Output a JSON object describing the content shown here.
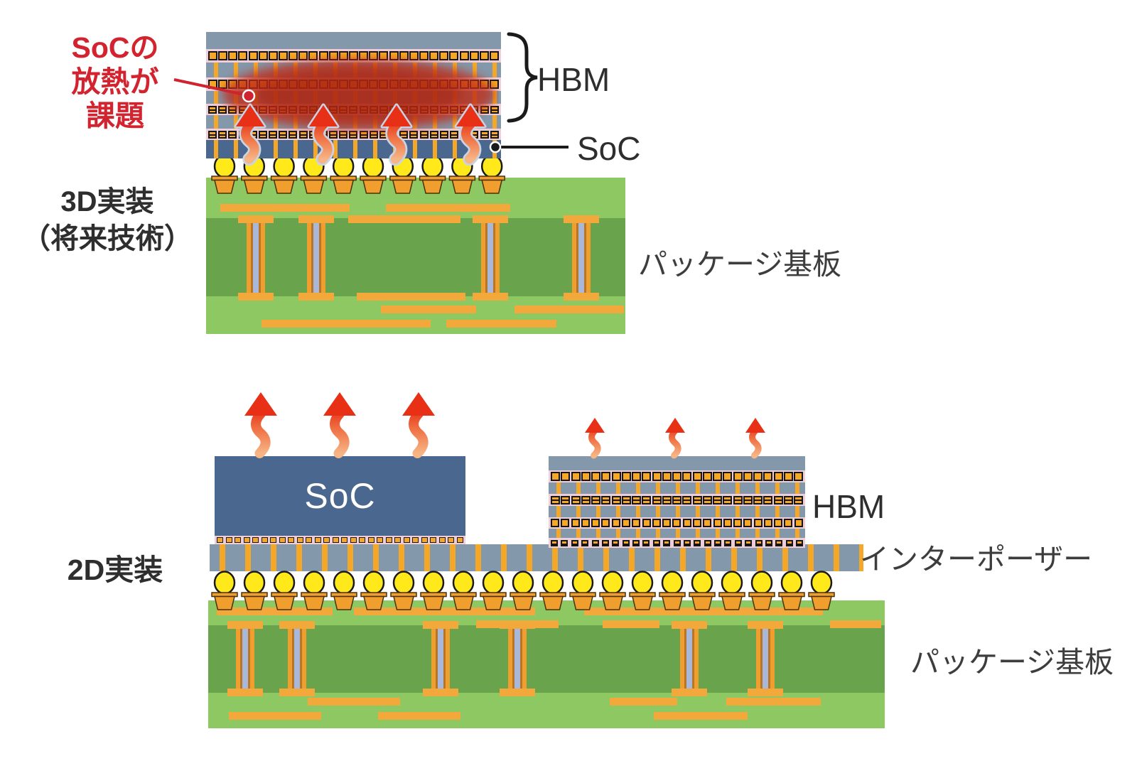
{
  "diagram_top": {
    "label": "3D実装\n（将来技術）",
    "heat_note": "SoCの\n放熱が\n課題",
    "hbm_label": "HBM",
    "soc_label": "SoC",
    "substrate_label": "パッケージ基板"
  },
  "diagram_bottom": {
    "label": "2D実装",
    "soc_label": "SoC",
    "hbm_label": "HBM",
    "interposer_label": "インターポーザー",
    "substrate_label": "パッケージ基板"
  },
  "colors": {
    "die_gray": "#8498ab",
    "soc_blue": "#4a678f",
    "pink": "#eecfd9",
    "bump_orange": "#f5a827",
    "tsv_orange": "#f5a827",
    "ball_yellow": "#ffe91a",
    "pad_orange": "#f09e2e",
    "pad_outline": "#4a3008",
    "substrate_light": "#8dc863",
    "substrate_dark": "#69a44c",
    "trace_orange": "#f2a83b",
    "via_blue": "#a9b8d8",
    "via_wall": "#b5762a",
    "heat_red": "#c02a12",
    "arrow_red": "#e73016",
    "arrow_orange": "#f6b585",
    "arrow_outline": "#c9d3e4",
    "label_red": "#d2232e",
    "line_black": "#1a1a1a"
  }
}
